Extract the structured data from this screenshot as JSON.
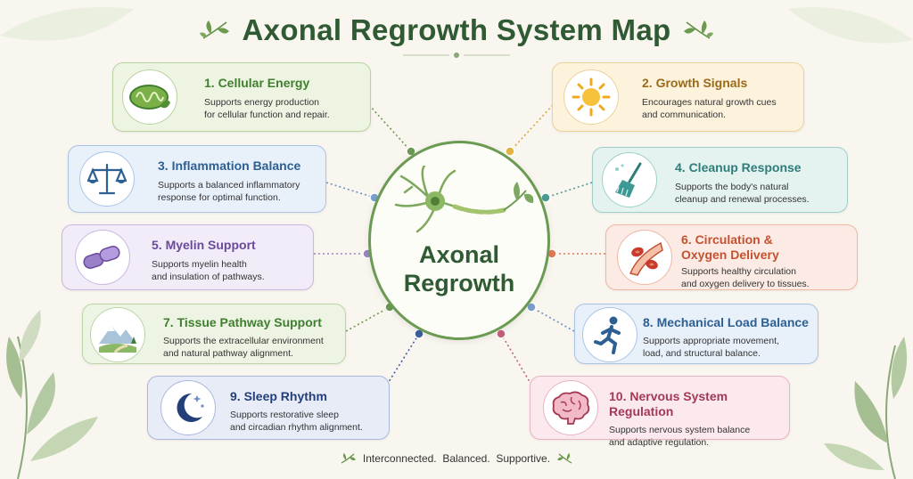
{
  "title": "Axonal Regrowth System Map",
  "center": {
    "line1": "Axonal",
    "line2": "Regrowth"
  },
  "nodes": [
    {
      "title": "1. Cellular Energy",
      "desc1": "Supports energy production",
      "desc2": "for cellular function and repair.",
      "icon": "mitochondria-icon",
      "color": "#3f7f2f"
    },
    {
      "title": "2. Growth Signals",
      "desc1": "Encourages natural growth cues",
      "desc2": "and communication.",
      "icon": "sun-icon",
      "color": "#9a6a1b"
    },
    {
      "title": "3. Inflammation Balance",
      "desc1": "Supports a balanced inflammatory",
      "desc2": "response for optimal function.",
      "icon": "balance-scale-icon",
      "color": "#2d5f93"
    },
    {
      "title": "4. Cleanup Response",
      "desc1": "Supports the body's natural",
      "desc2": "cleanup and renewal processes.",
      "icon": "broom-icon",
      "color": "#2f7d7a"
    },
    {
      "title": "5. Myelin Support",
      "desc1": "Supports myelin health",
      "desc2": "and insulation of pathways.",
      "icon": "myelin-icon",
      "color": "#6a4a9a"
    },
    {
      "title": "6. Circulation &",
      "title2": "Oxygen Delivery",
      "desc1": "Supports healthy circulation",
      "desc2": "and oxygen delivery to tissues.",
      "icon": "blood-vessel-icon",
      "color": "#c4512f"
    },
    {
      "title": "7. Tissue Pathway Support",
      "desc1": "Supports the extracellular environment",
      "desc2": "and natural pathway alignment.",
      "icon": "landscape-icon",
      "color": "#3f7f2f"
    },
    {
      "title": "8. Mechanical Load Balance",
      "desc1": "Supports appropriate movement,",
      "desc2": "load, and structural balance.",
      "icon": "running-person-icon",
      "color": "#2d5f93"
    },
    {
      "title": "9. Sleep Rhythm",
      "desc1": "Supports restorative sleep",
      "desc2": "and circadian rhythm alignment.",
      "icon": "moon-icon",
      "color": "#233f7a"
    },
    {
      "title": "10. Nervous System Regulation",
      "desc1": "Supports nervous system balance",
      "desc2": "and adaptive regulation.",
      "icon": "brain-icon",
      "color": "#a33a55"
    }
  ],
  "footer": "Interconnected.  Balanced.  Supportive."
}
